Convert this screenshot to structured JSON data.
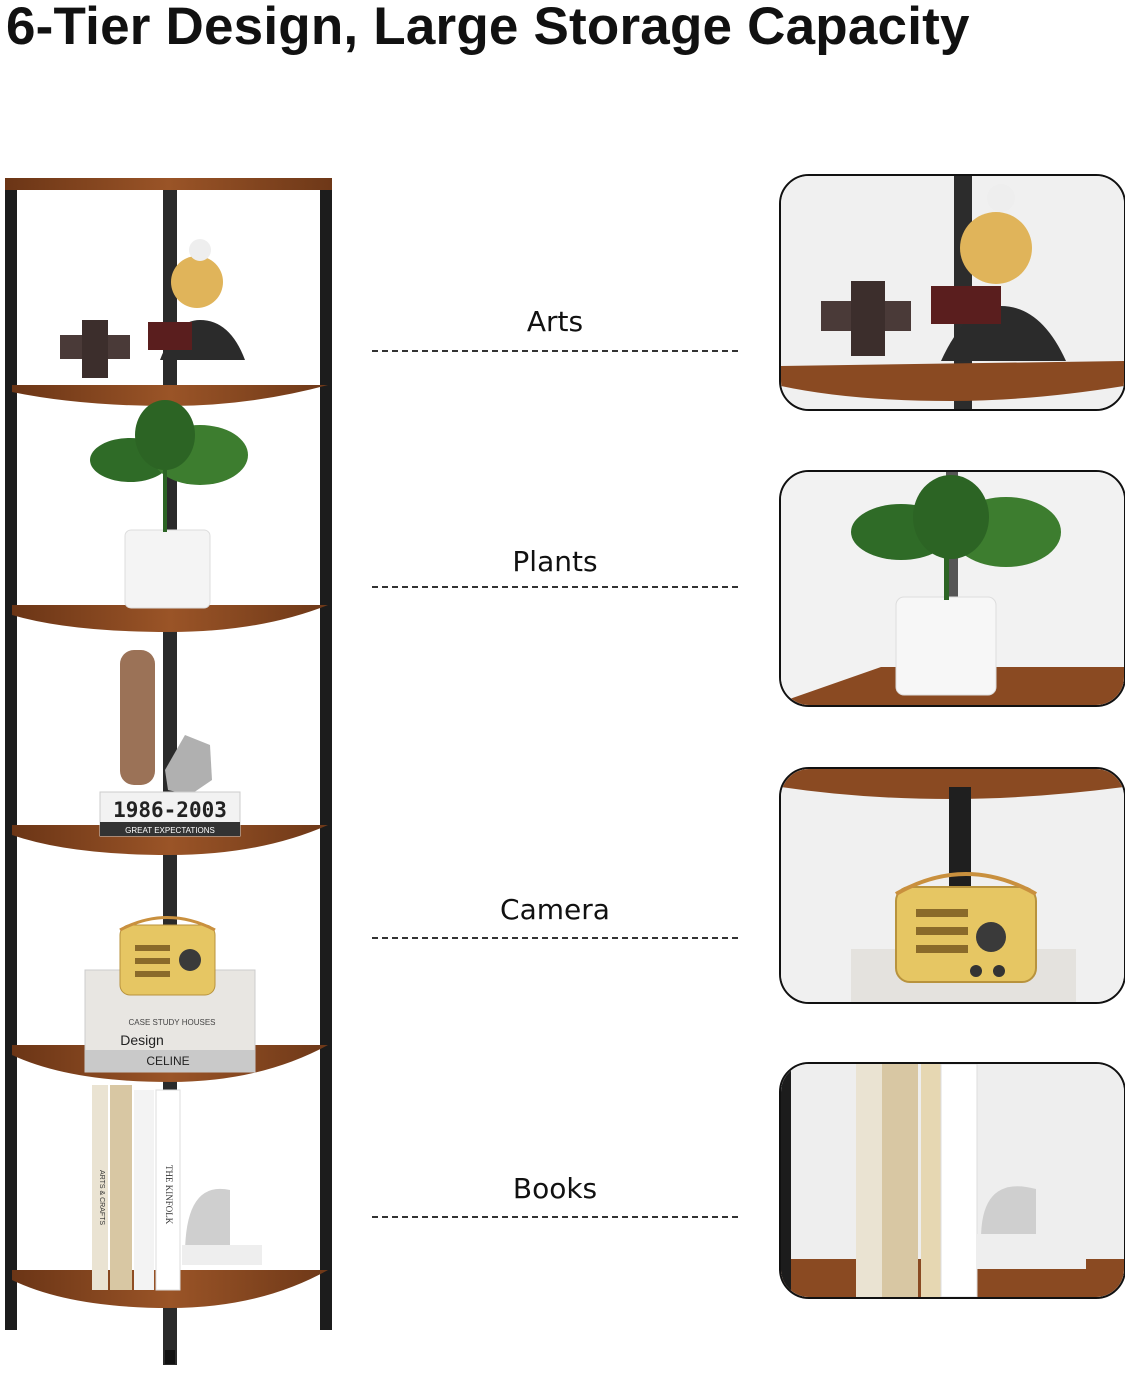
{
  "heading": "6-Tier Design, Large Storage Capacity",
  "features": [
    {
      "label": "Arts"
    },
    {
      "label": "Plants"
    },
    {
      "label": "Camera"
    },
    {
      "label": "Books"
    }
  ],
  "shelf_items": {
    "book_years": "1986-2003",
    "book_subtitle": "GREAT EXPECTATIONS",
    "book_stack_top": "CASE STUDY HOUSES",
    "book_stack_mid": "Design",
    "book_stack_bottom": "CELINE",
    "spine_a": "ARTS & CRAFTS",
    "spine_b": "THE KINFOLK"
  },
  "colors": {
    "wood": "#8a4a22",
    "frame": "#1c1c1c",
    "gold": "#e6c663"
  }
}
